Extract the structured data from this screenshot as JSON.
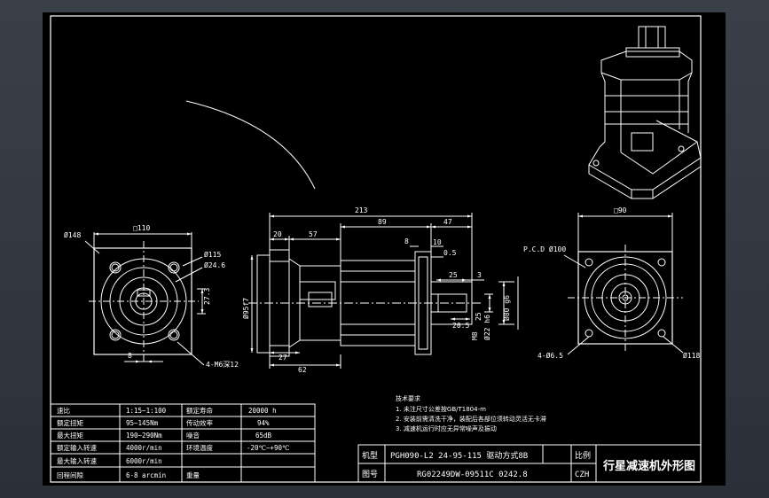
{
  "drawing": {
    "title": "行星减速机外形图",
    "model_label": "机型",
    "model_value": "PGH090-L2 24-95-115 驱动方式8B",
    "scale_label": "比例",
    "drawing_no_label": "图号",
    "drawing_no_value": "RG02249DW-09511C 0242.8",
    "designer": "CZH"
  },
  "dimensions": {
    "front_square": "□110",
    "front_diameter": "Ø148",
    "bolt_circle": "Ø115",
    "pilot": "Ø24.6",
    "key_depth": "27.3",
    "key_width": "8",
    "holes": "4-M6深12",
    "flange_diameter": "Ø95f7",
    "total_length": "213",
    "body_length": "89",
    "shaft_length": "47",
    "len_20": "20",
    "len_57": "57",
    "len_8": "8",
    "len_10": "10",
    "len_05": "0.5",
    "len_25": "25",
    "len_3": "3",
    "len_205": "20.5",
    "dia_25": "25",
    "dia_22": "Ø22 h6",
    "dia_80": "Ø80 g6",
    "m8": "M8",
    "len_27": "27",
    "len_62": "62",
    "back_square": "□90",
    "pcd": "P.C.D Ø100",
    "back_holes": "4-Ø6.5",
    "back_diameter": "Ø118"
  },
  "notes": {
    "heading": "技术要求",
    "lines": [
      "1. 未注尺寸公差按GB/T1804-m",
      "2. 安装前需清洗干净，装配后各部位须转动灵活无卡滞",
      "3. 减速机运行时应无异常噪声及振动"
    ]
  },
  "spec_table": {
    "rows": [
      {
        "label1": "速比",
        "value1": "1:15~1:100",
        "label2": "额定寿命",
        "value2": "20000 h"
      },
      {
        "label1": "额定扭矩",
        "value1": "95~145Nm",
        "label2": "传动效率",
        "value2": "94%"
      },
      {
        "label1": "最大扭矩",
        "value1": "190~290Nm",
        "label2": "噪音",
        "value2": "65dB"
      },
      {
        "label1": "额定输入转速",
        "value1": "4000r/min",
        "label2": "环境温度",
        "value2": "-20℃~+90℃"
      },
      {
        "label1": "最大输入转速",
        "value1": "6000r/min",
        "label2": "",
        "value2": ""
      },
      {
        "label1": "回程间隙",
        "value1": "6-8 arcmin",
        "label2": "重量",
        "value2": ""
      }
    ]
  }
}
